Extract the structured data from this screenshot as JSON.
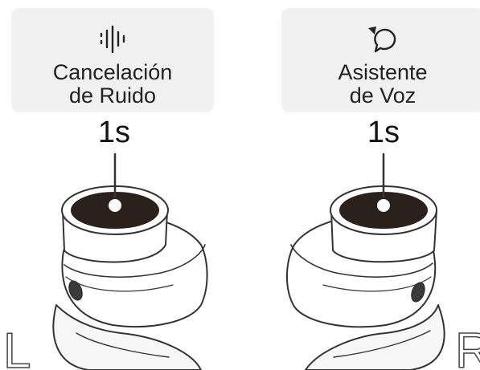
{
  "left_control": {
    "icon": "noise-cancellation-waveform-icon",
    "label_line1": "Cancelación",
    "label_line2": "de Ruido",
    "duration": "1s",
    "side": "L"
  },
  "right_control": {
    "icon": "voice-assistant-speech-bubble-icon",
    "label_line1": "Asistente",
    "label_line2": "de Voz",
    "duration": "1s",
    "side": "R"
  },
  "colors": {
    "panel_bg": "#f1f1f1",
    "touch_pad": "#2a201c",
    "outline": "#333333"
  }
}
